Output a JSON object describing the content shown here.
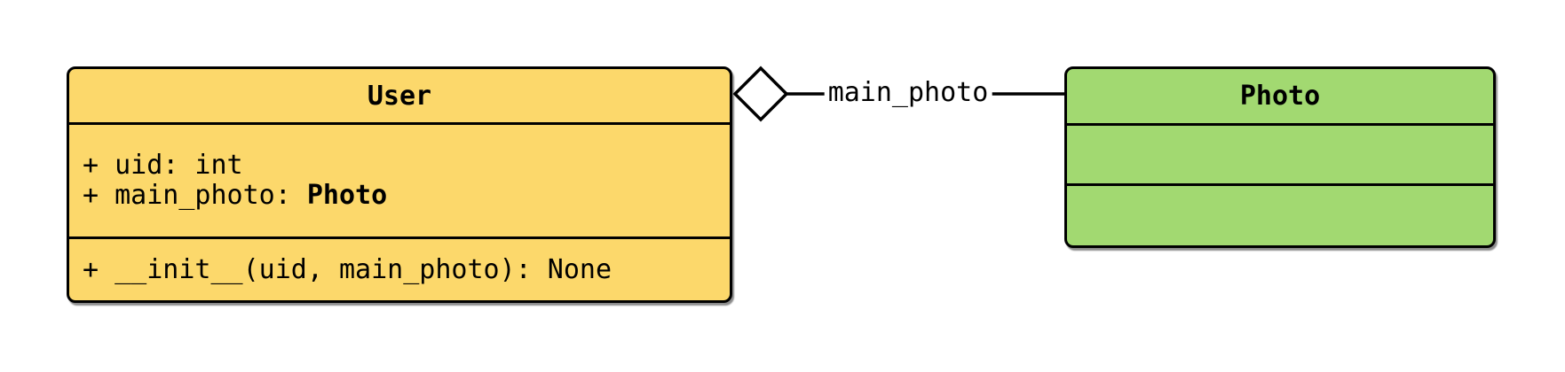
{
  "diagram": {
    "kind": "uml-class-diagram",
    "background": "#ffffff",
    "border_color": "#000000",
    "text_color": "#000000"
  },
  "user_class": {
    "title": "User",
    "fill": "#FCD86B",
    "attr_uid": "+ uid: int",
    "attr_main_photo_prefix": "+ main_photo: ",
    "attr_main_photo_type": "Photo",
    "method_init": "+ __init__(uid, main_photo): None"
  },
  "photo_class": {
    "title": "Photo",
    "fill": "#A2D971"
  },
  "relationship": {
    "type": "aggregation",
    "label": "main_photo",
    "diamond_fill": "#ffffff",
    "line_color": "#000000"
  }
}
